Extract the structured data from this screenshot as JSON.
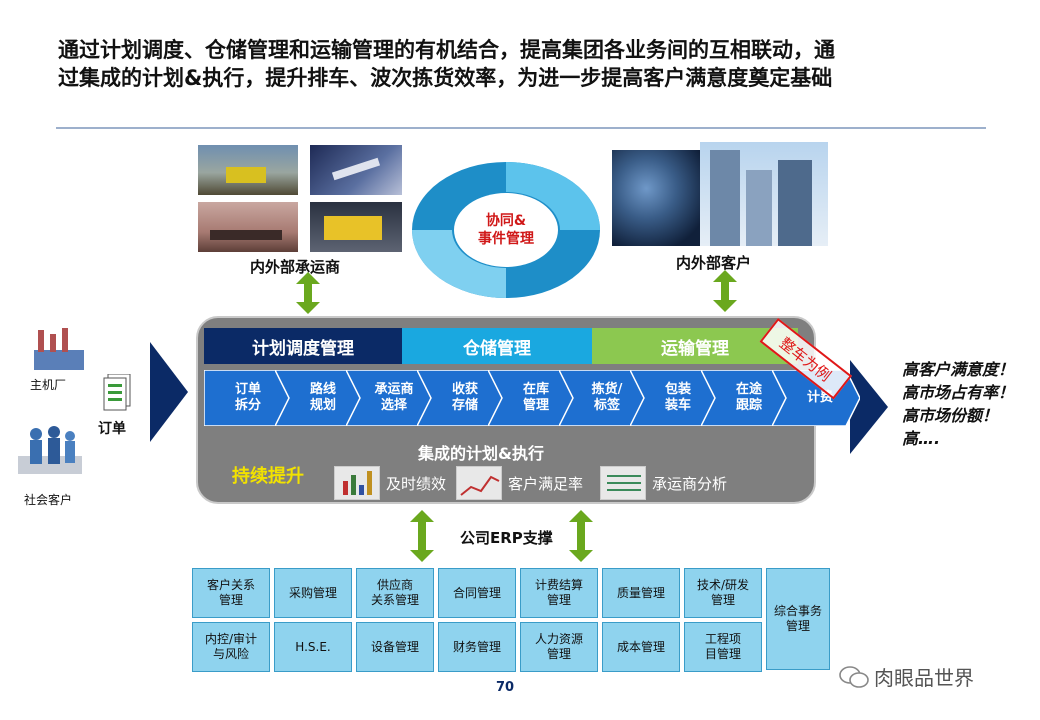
{
  "title": "通过计划调度、仓储管理和运输管理的有机结合，提高集团各业务间的互相联动，通过集成的计划&执行，提升排车、波次拣货效率，为进一步提高客户满意度奠定基础",
  "top": {
    "carriers_label": "内外部承运商",
    "customers_label": "内外部客户",
    "circle_label": "协同&\n事件管理"
  },
  "left": {
    "plant_label": "主机厂",
    "society_label": "社会客户",
    "order_label": "订单"
  },
  "modules": {
    "plan": "计划调度管理",
    "warehouse": "仓储管理",
    "transport": "运输管理"
  },
  "stamp": "整车为例",
  "steps": [
    "订单\n拆分",
    "路线\n规划",
    "承运商\n选择",
    "收获\n存储",
    "在库\n管理",
    "拣货/\n标签",
    "包装\n装车",
    "在途\n跟踪",
    "计费"
  ],
  "integration_label": "集成的计划&执行",
  "continuous_label": "持续提升",
  "kpis": [
    "及时绩效",
    "客户满足率",
    "承运商分析"
  ],
  "erp_label": "公司ERP支撑",
  "erp_cells": [
    "客户关系\n管理",
    "采购管理",
    "供应商\n关系管理",
    "合同管理",
    "计费结算\n管理",
    "质量管理",
    "技术/研发\n管理",
    "内控/审计\n与风险",
    "H.S.E.",
    "设备管理",
    "财务管理",
    "人力资源\n管理",
    "成本管理",
    "工程项\n目管理"
  ],
  "erp_side_cell": "综合事务\n管理",
  "outcomes": [
    "高客户满意度！",
    "高市场占有率！",
    "高市场份额！",
    "高…."
  ],
  "page_number": "70",
  "watermark": "肉眼品世界",
  "colors": {
    "plan": "#0b2a66",
    "warehouse": "#1aa8e0",
    "transport": "#8cc850",
    "chevron": "#1e6fd0",
    "green_arrow": "#6aa81e",
    "navy": "#0b2a66",
    "stamp": "#e01818"
  }
}
